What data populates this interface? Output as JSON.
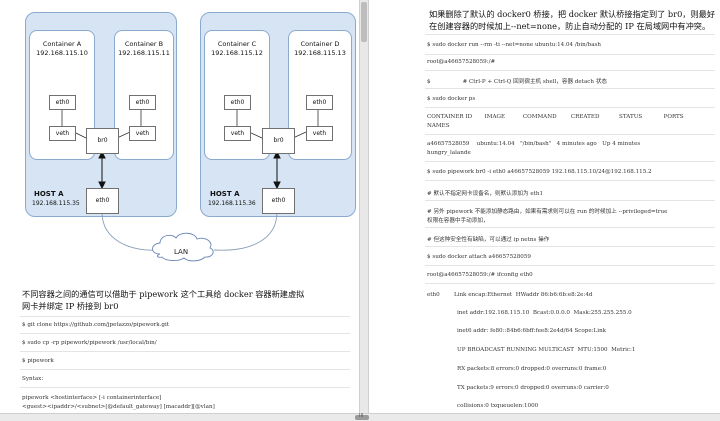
{
  "diagram": {
    "hosts": [
      {
        "label": "HOST A",
        "ip": "192.168.115.35",
        "eth": "eth0",
        "bridge": "br0",
        "containers": [
          {
            "name": "Container A",
            "ip": "192.168.115.10",
            "eth": "eth0",
            "veth": "veth"
          },
          {
            "name": "Container B",
            "ip": "192.168.115.11",
            "eth": "eth0",
            "veth": "veth"
          }
        ]
      },
      {
        "label": "HOST A",
        "ip": "192.168.115.36",
        "eth": "eth0",
        "bridge": "br0",
        "containers": [
          {
            "name": "Container C",
            "ip": "192.168.115.12",
            "eth": "eth0",
            "veth": "veth"
          },
          {
            "name": "Container D",
            "ip": "192.168.115.13",
            "eth": "eth0",
            "veth": "veth"
          }
        ]
      }
    ],
    "lan_label": "LAN"
  },
  "left_text": {
    "intro_line1": "不同容器之间的通信可以借助于 pipework 这个工具给 docker 容器新建虚拟",
    "intro_line2": "网卡并绑定 IP 桥接到 br0",
    "code": [
      "$ git clone https://github.com/jpetazzo/pipework.git",
      "$ sudo cp -rp pipework/pipework /usr/local/bin/",
      "$ pipework",
      "Syntax:",
      "pipework <hostinterface> [-i containerinterface]",
      "<guest><ipaddr>/<subnet>[@default_gateway] [macaddr][@vlan]"
    ]
  },
  "right_text": {
    "intro_line1": "如果删除了默认的 docker0 桥接，把 docker 默认桥接指定到了 br0，则最好",
    "intro_line2": "在创建容器的时候加上--net=none，防止自动分配的 IP 在局域网中有冲突。",
    "code": [
      "$ sudo docker run --rm -ti --net=none ubuntu:14.04 /bin/bash",
      "root@a46657528059:/#",
      "$                  # Ctrl-P + Ctrl-Q 回到宿主机 shell，容器 detach 状态",
      "$ sudo docker ps",
      "CONTAINER ID       IMAGE          COMMAND        CREATED           STATUS            PORTS",
      "NAMES",
      "a46657528059    ubuntu:14.04   \"/bin/bash\"   4 minutes ago   Up 4 minutes",
      "hungry_lalande",
      "$ sudo pipework br0 -i eth0 a46657528059 192.168.115.10/24@192.168.115.2",
      "# 默认不指定网卡设备名，则默认添加为 eth1",
      "# 另外 pipework 不能添加静态路由，如果有需求则可以在 run 的时候加上 --privileged=true",
      "权限在容器中手动添加，",
      "# 但这种安全性有缺陷，可以通过 ip netns 操作",
      "$ sudo docker attach a46657528059",
      "root@a46657528059:/# ifconfig eth0",
      "eth0        Link encap:Ethernet  HWaddr 86:b6:6b:e8:2e:4d",
      "inet addr:192.168.115.10  Bcast:0.0.0.0  Mask:255.255.255.0",
      "inet6 addr: fe80::84b6:6bff:fee8:2e4d/64 Scope:Link",
      "UP BROADCAST RUNNING MULTICAST  MTU:1500  Metric:1",
      "RX packets:8 errors:0 dropped:0 overruns:0 frame:0",
      "TX packets:9 errors:0 dropped:0 overruns:0 carrier:0",
      "collisions:0 txqueuelen:1000"
    ]
  },
  "scrollbar_mark": "III"
}
